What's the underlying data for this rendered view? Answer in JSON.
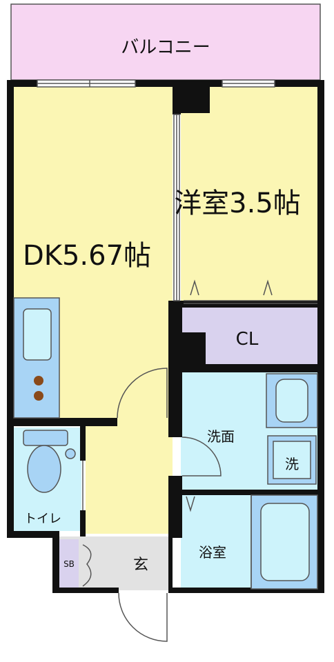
{
  "labels": {
    "balcony": "バルコニー",
    "western_room": "洋室3.5帖",
    "dk": "DK5.67帖",
    "closet": "CL",
    "washroom": "洗面",
    "washer": "洗",
    "toilet": "トイレ",
    "bathroom": "浴室",
    "entrance": "玄",
    "shoe_box": "SB"
  },
  "colors": {
    "balcony": "#f7d6f2",
    "room": "#fbf6b4",
    "closet": "#d9d2ee",
    "wet_room": "#cdf3fb",
    "fixture": "#a8d4f5",
    "entrance": "#e2e2e2",
    "wall": "#111111",
    "stove": "#8a4a1a"
  }
}
